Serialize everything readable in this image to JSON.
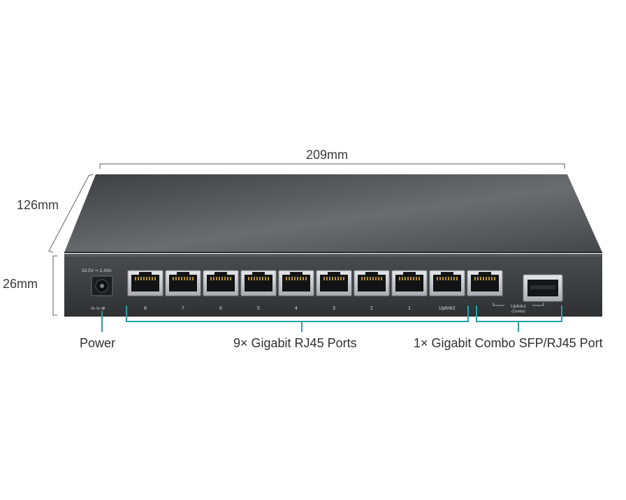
{
  "dimensions": {
    "width": "209mm",
    "depth": "126mm",
    "height": "26mm"
  },
  "panel": {
    "power_rating": "53.5V ⎓ 2.43A",
    "polarity_symbol": "⊖-⊙-⊕",
    "ports": [
      "8",
      "7",
      "6",
      "5",
      "4",
      "3",
      "2",
      "1",
      "Uplink2"
    ],
    "combo_label": "Uplink1",
    "combo_sublabel": "(Combo)"
  },
  "callouts": {
    "power": "Power",
    "rj45": "9× Gigabit RJ45 Ports",
    "combo": "1× Gigabit Combo SFP/RJ45 Port"
  },
  "colors": {
    "accent": "#1fa3a3",
    "chassis_top": "#4a4c4f",
    "front_panel": "#3b3d40",
    "port_metal": "#c9ccd0"
  },
  "icons": {
    "power_jack": "dc-power-jack-icon",
    "rj45": "rj45-port-icon",
    "sfp": "sfp-slot-icon"
  }
}
